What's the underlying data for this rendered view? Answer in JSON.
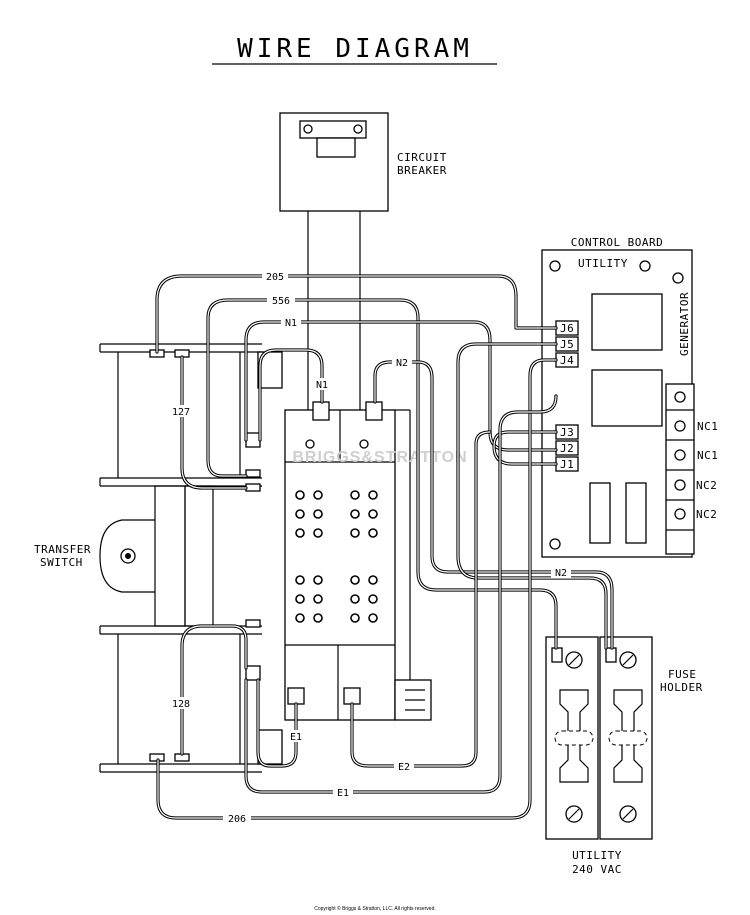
{
  "title": "WIRE DIAGRAM",
  "components": {
    "circuit_breaker": [
      "CIRCUIT",
      "BREAKER"
    ],
    "control_board": "CONTROL BOARD",
    "utility": "UTILITY",
    "generator": "GENERATOR",
    "transfer_switch": [
      "TRANSFER",
      "SWITCH"
    ],
    "fuse_holder": [
      "FUSE",
      "HOLDER"
    ],
    "utility_240": [
      "UTILITY",
      "240 VAC"
    ]
  },
  "terminals": {
    "j6": "J6",
    "j5": "J5",
    "j4": "J4",
    "j3": "J3",
    "j2": "J2",
    "j1": "J1",
    "nc1a": "NC1",
    "nc1b": "NC1",
    "nc2a": "NC2",
    "nc2b": "NC2"
  },
  "wires": {
    "w205": "205",
    "w556": "556",
    "n1_top": "N1",
    "n1_mid": "N1",
    "n2_top": "N2",
    "n2_bottom": "N2",
    "w127": "127",
    "w128": "128",
    "e1_a": "E1",
    "e1_b": "E1",
    "e2": "E2",
    "w206": "206"
  },
  "watermark": "BRIGGS&STRATTON",
  "copyright": "Copyright © Briggs & Stratton, LLC. All rights reserved."
}
